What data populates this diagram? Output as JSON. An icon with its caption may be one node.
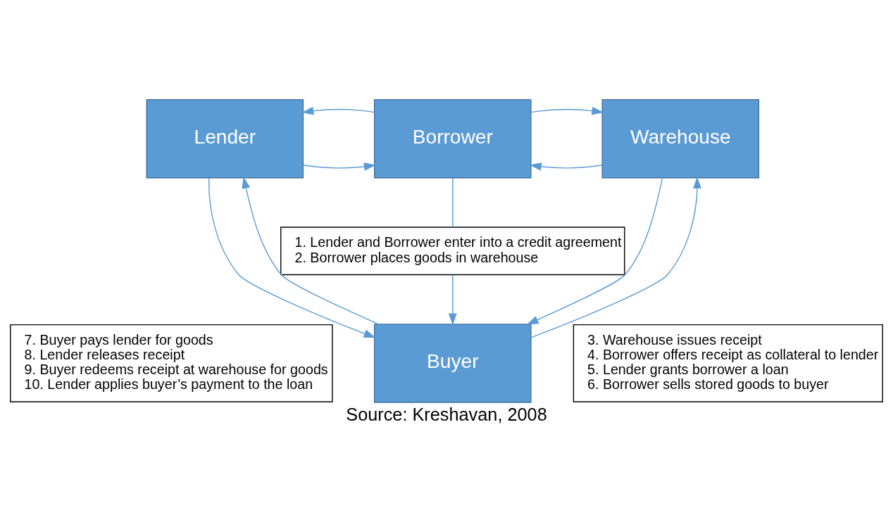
{
  "diagram": {
    "caption": "Source: Kreshavan, 2008",
    "nodes": [
      {
        "text": [
          "Lender"
        ]
      },
      {
        "text": [
          "Borrower"
        ]
      },
      {
        "text": [
          "Warehouse"
        ]
      },
      {
        "text": [
          "1. Lender and Borrower enter into a credit agreement",
          "2. Borrower places goods in warehouse"
        ]
      },
      {
        "text": [
          "Buyer"
        ]
      },
      {
        "text": [
          "7. Buyer pays lender for goods",
          "8. Lender releases receipt",
          "9. Buyer redeems receipt at warehouse for goods",
          "10. Lender applies buyer’s payment to the loan"
        ]
      },
      {
        "text": [
          "3. Warehouse issues receipt",
          "4. Borrower offers receipt as collateral to lender",
          "5. Lender grants borrower a loan",
          "6. Borrower sells stored goods to buyer"
        ]
      }
    ],
    "edges": [
      {
        "from": 0,
        "to": 1,
        "arrow": "to"
      },
      {
        "from": 1,
        "to": 0,
        "arrow": "to"
      },
      {
        "from": 2,
        "to": 1,
        "arrow": "to"
      },
      {
        "from": 1,
        "to": 2,
        "arrow": "to"
      },
      {
        "from": 1,
        "to": 3,
        "arrow": "none"
      },
      {
        "from": 3,
        "to": 4,
        "arrow": "to"
      },
      {
        "from": 0,
        "to": 4,
        "arrow": "to"
      },
      {
        "from": 4,
        "to": 0,
        "arrow": "to"
      },
      {
        "from": 4,
        "to": 2,
        "arrow": "to"
      },
      {
        "from": 2,
        "to": 4,
        "arrow": "to"
      }
    ]
  }
}
